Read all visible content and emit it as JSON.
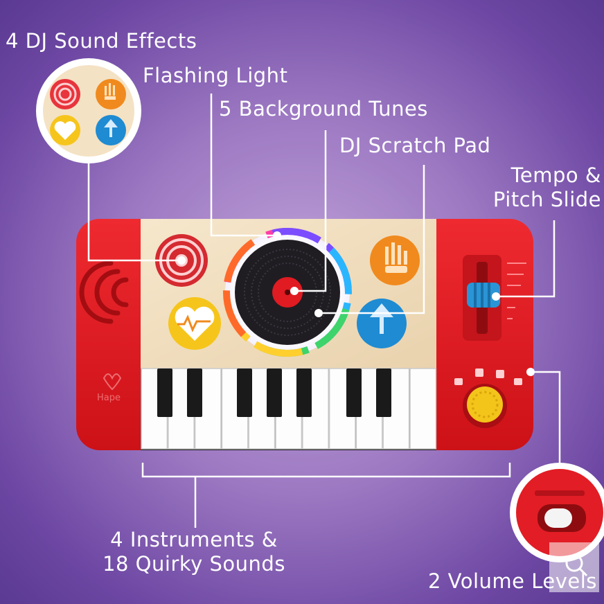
{
  "callouts": {
    "sound_effects": "4 DJ Sound Effects",
    "flashing_light": "Flashing Light",
    "background_tunes": "5 Background Tunes",
    "scratch_pad": "DJ Scratch Pad",
    "tempo_line1": "Tempo &",
    "tempo_line2": "Pitch Slide",
    "instruments_line1": "4 Instruments &",
    "instruments_line2": "18 Quirky Sounds",
    "volume": "2 Volume Levels"
  },
  "brand_logo": "Hape",
  "colors": {
    "background": "#8e6bb9",
    "body_red": "#e21d25",
    "wood": "#f2dfc0",
    "pad_red": "#e8343c",
    "pad_orange": "#f08a1e",
    "pad_yellow": "#f6c51c",
    "pad_blue": "#1f8bd2",
    "slider_blue": "#2a95d6",
    "volume_knob": "#f3c41a"
  },
  "icons": {
    "zoom": "magnifier-icon"
  }
}
